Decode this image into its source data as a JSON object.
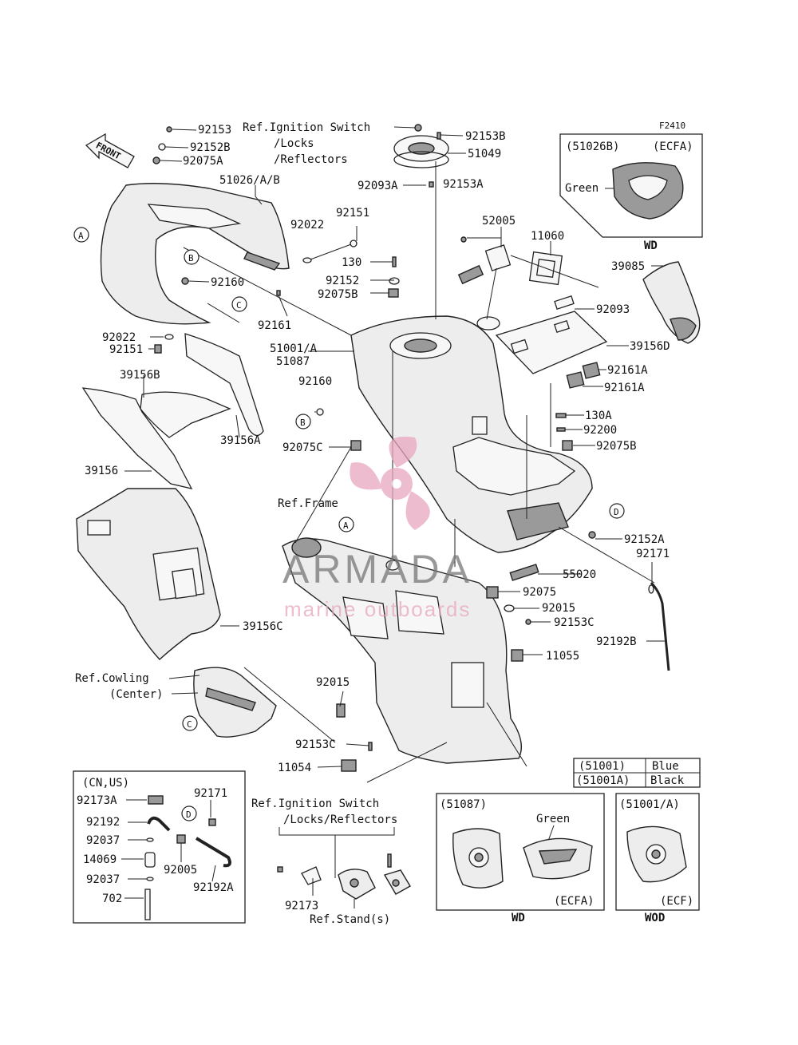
{
  "figure_code": "F2410",
  "front_arrow": "FRONT",
  "labels": {
    "p92153_top": "92153",
    "p92152B": "92152B",
    "p92075A": "92075A",
    "p51026": "51026/A/B",
    "ref_ign_top_1": "Ref.Ignition Switch",
    "ref_ign_top_2": "/Locks",
    "ref_ign_top_3": "/Reflectors",
    "p92153B": "92153B",
    "p51049": "51049",
    "p92093A": "92093A",
    "p92153A": "92153A",
    "p52005": "52005",
    "p11060": "11060",
    "p39085": "39085",
    "p92093": "92093",
    "p39156D": "39156D",
    "p92161A_1": "92161A",
    "p92161A_2": "92161A",
    "p130A": "130A",
    "p92200": "92200",
    "p92075B_r": "92075B",
    "p92022_t": "92022",
    "p92151_t": "92151",
    "p130": "130",
    "p92152": "92152",
    "p92075B": "92075B",
    "p92160_l": "92160",
    "p92161": "92161",
    "p51001A": "51001/A",
    "p51087": "51087",
    "p92160": "92160",
    "p92022_l": "92022",
    "p92151_l": "92151",
    "p39156B": "39156B",
    "p39156A": "39156A",
    "p92075C": "92075C",
    "p39156": "39156",
    "ref_frame": "Ref.Frame",
    "p92152A": "92152A",
    "p92171": "92171",
    "p55020": "55020",
    "p92075": "92075",
    "p92015_r": "92015",
    "p92153C_r": "92153C",
    "p11055": "11055",
    "p92192B": "92192B",
    "p39156C": "39156C",
    "ref_cowl_1": "Ref.Cowling",
    "ref_cowl_2": "(Center)",
    "p92015": "92015",
    "p92153C": "92153C",
    "p11054": "11054",
    "ref_ign_bot_1": "Ref.Ignition Switch",
    "ref_ign_bot_2": "/Locks/Reflectors",
    "p92173": "92173",
    "ref_stand": "Ref.Stand(s)"
  },
  "callout_letters": {
    "A": "A",
    "B": "B",
    "C": "C",
    "D": "D"
  },
  "inset_wd_top": {
    "part": "(51026B)",
    "market": "(ECFA)",
    "color": "Green",
    "footer": "WD"
  },
  "inset_cnus": {
    "title": "(CN,US)",
    "items": {
      "p92173A": "92173A",
      "p92171": "92171",
      "p92192": "92192",
      "p92037_a": "92037",
      "p14069": "14069",
      "p92005": "92005",
      "p92192A": "92192A",
      "p92037_b": "92037",
      "p702": "702"
    },
    "letter": "D"
  },
  "color_table": {
    "rows": [
      {
        "part": "(51001)",
        "color": "Blue"
      },
      {
        "part": "(51001A)",
        "color": "Black"
      }
    ]
  },
  "inset_51087": {
    "part": "(51087)",
    "color": "Green",
    "market": "(ECFA)",
    "footer": "WD"
  },
  "inset_51001": {
    "part": "(51001/A)",
    "market": "(ECF)",
    "footer": "WOD"
  },
  "watermark": {
    "brand": "ARMADA",
    "tagline": "marine outboards",
    "pink": "#e8a7c0",
    "grey": "#777777"
  }
}
